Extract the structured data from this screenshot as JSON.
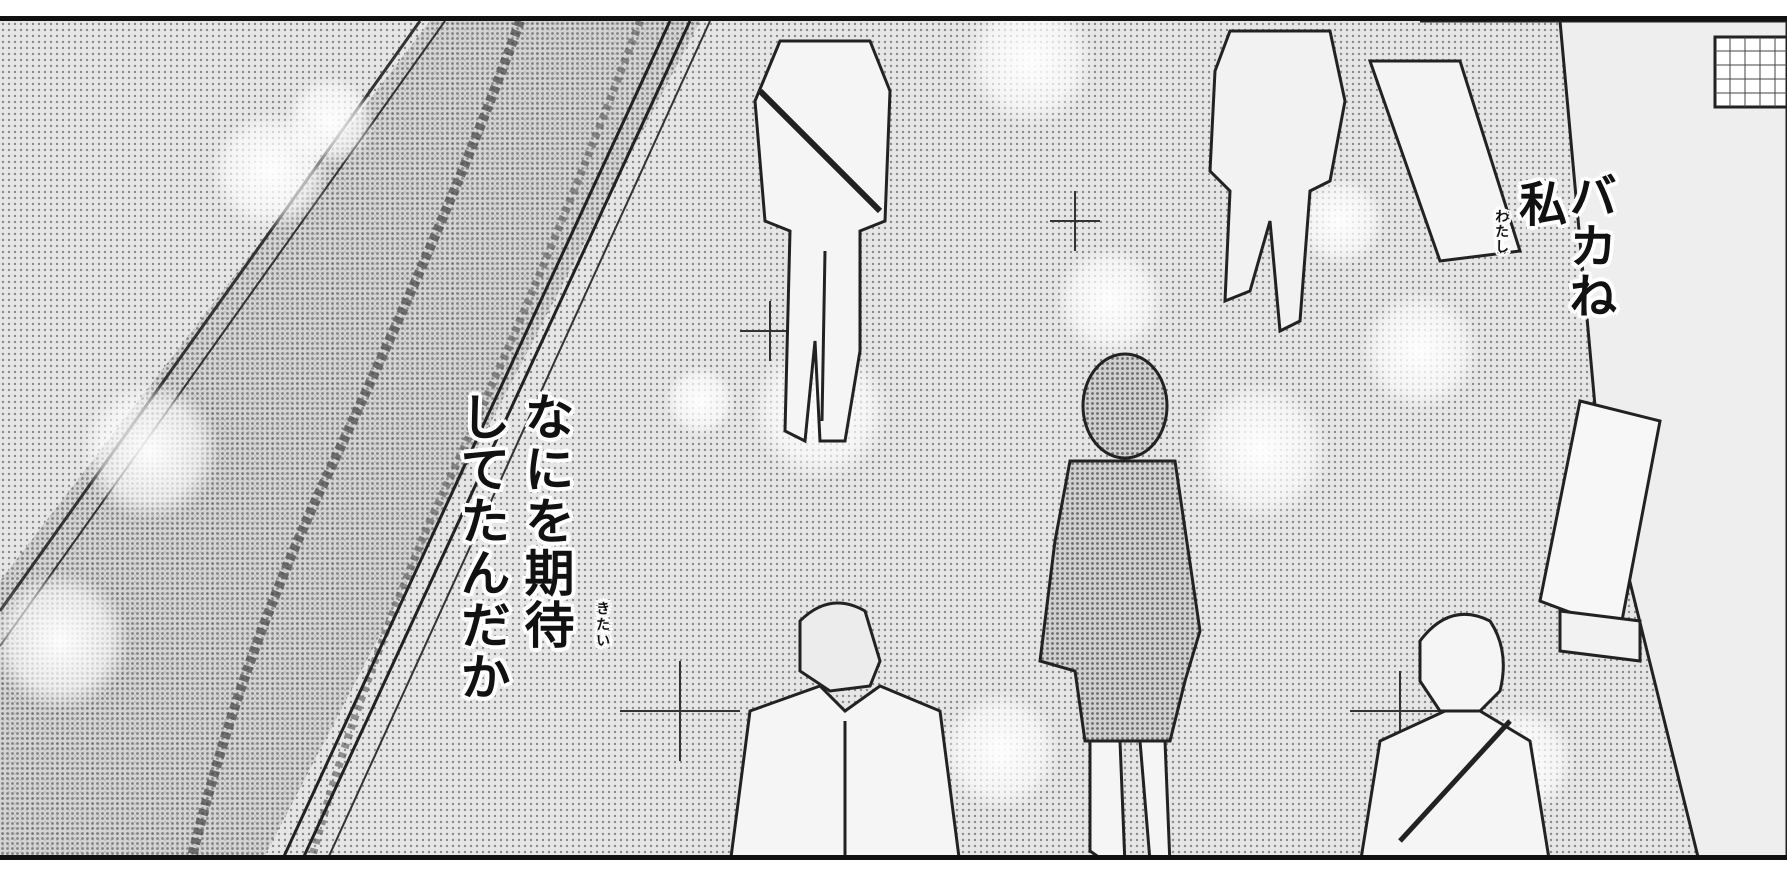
{
  "balloons": {
    "right": {
      "line1": "バカね",
      "line2": "私",
      "furigana": "わたし"
    },
    "left": {
      "line1": "なにを期待",
      "line2": "してたんだか",
      "furigana": "きたい"
    }
  },
  "icons": {
    "figures": [
      "walking-man-icon",
      "walking-man-icon",
      "walking-woman-icon",
      "man-icon",
      "woman-icon"
    ]
  },
  "colors": {
    "ink": "#111111",
    "screentone": "#d7d7d7",
    "paper": "#ffffff"
  }
}
